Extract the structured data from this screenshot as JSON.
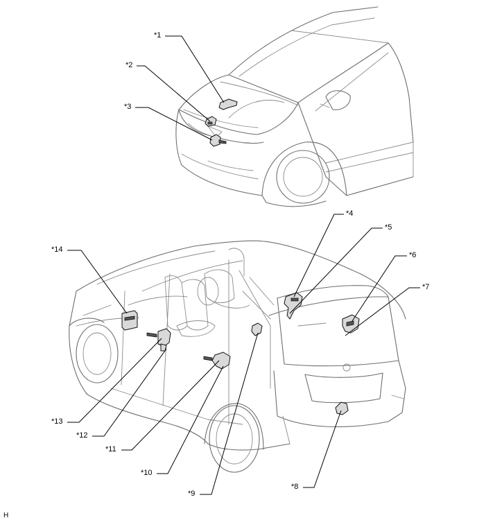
{
  "callouts": {
    "c1": "*1",
    "c2": "*2",
    "c3": "*3",
    "c4": "*4",
    "c5": "*5",
    "c6": "*6",
    "c7": "*7",
    "c8": "*8",
    "c9": "*9",
    "c10": "*10",
    "c11": "*11",
    "c12": "*12",
    "c13": "*13",
    "c14": "*14"
  },
  "corner_mark": "H"
}
